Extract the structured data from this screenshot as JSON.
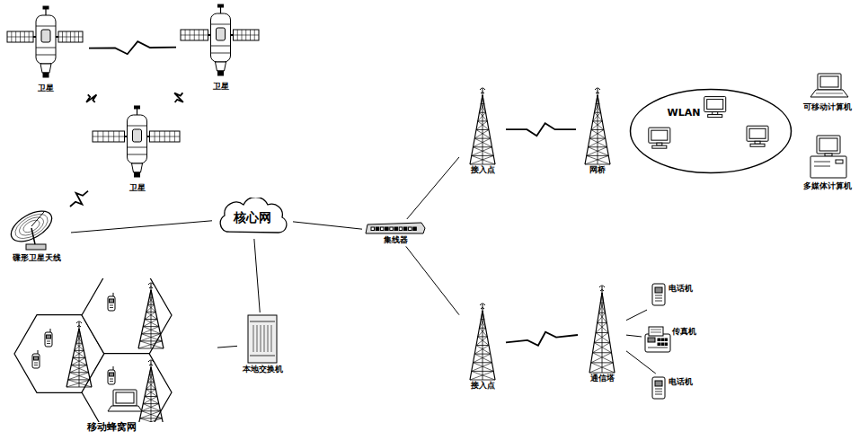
{
  "diagram": {
    "nodes": [
      {
        "text": [
          "卫星"
        ]
      },
      {
        "text": [
          "卫星"
        ]
      },
      {
        "text": [
          "卫星"
        ]
      },
      {
        "text": [
          "碟形卫星天线"
        ]
      },
      {
        "text": [
          "核心网"
        ]
      },
      {
        "text": [
          "本地交换机"
        ]
      },
      {
        "text": [
          "移动蜂窝网"
        ]
      },
      {
        "text": [
          "集线器"
        ]
      },
      {
        "text": [
          "接入点"
        ]
      },
      {
        "text": [
          "网桥"
        ]
      },
      {
        "text": [
          "WLAN"
        ]
      },
      {
        "text": [
          "可移动计算机"
        ]
      },
      {
        "text": [
          "多媒体计算机"
        ]
      },
      {
        "text": [
          "接入点"
        ]
      },
      {
        "text": [
          "通信塔"
        ]
      },
      {
        "text": [
          "电话机"
        ]
      },
      {
        "text": [
          "传真机"
        ]
      },
      {
        "text": [
          "电话机"
        ]
      }
    ],
    "edges": [
      {
        "from": 0,
        "to": 1,
        "arrow": "none"
      },
      {
        "from": 0,
        "to": 2,
        "arrow": "none"
      },
      {
        "from": 1,
        "to": 2,
        "arrow": "none"
      },
      {
        "from": 2,
        "to": 3,
        "arrow": "none"
      },
      {
        "from": 3,
        "to": 4,
        "arrow": "none"
      },
      {
        "from": 4,
        "to": 5,
        "arrow": "none"
      },
      {
        "from": 5,
        "to": 6,
        "arrow": "none"
      },
      {
        "from": 4,
        "to": 7,
        "arrow": "none"
      },
      {
        "from": 7,
        "to": 8,
        "arrow": "none"
      },
      {
        "from": 7,
        "to": 13,
        "arrow": "none"
      },
      {
        "from": 8,
        "to": 9,
        "arrow": "none"
      },
      {
        "from": 13,
        "to": 14,
        "arrow": "none"
      },
      {
        "from": 14,
        "to": 15,
        "arrow": "none"
      },
      {
        "from": 14,
        "to": 16,
        "arrow": "none"
      },
      {
        "from": 14,
        "to": 17,
        "arrow": "none"
      }
    ]
  }
}
